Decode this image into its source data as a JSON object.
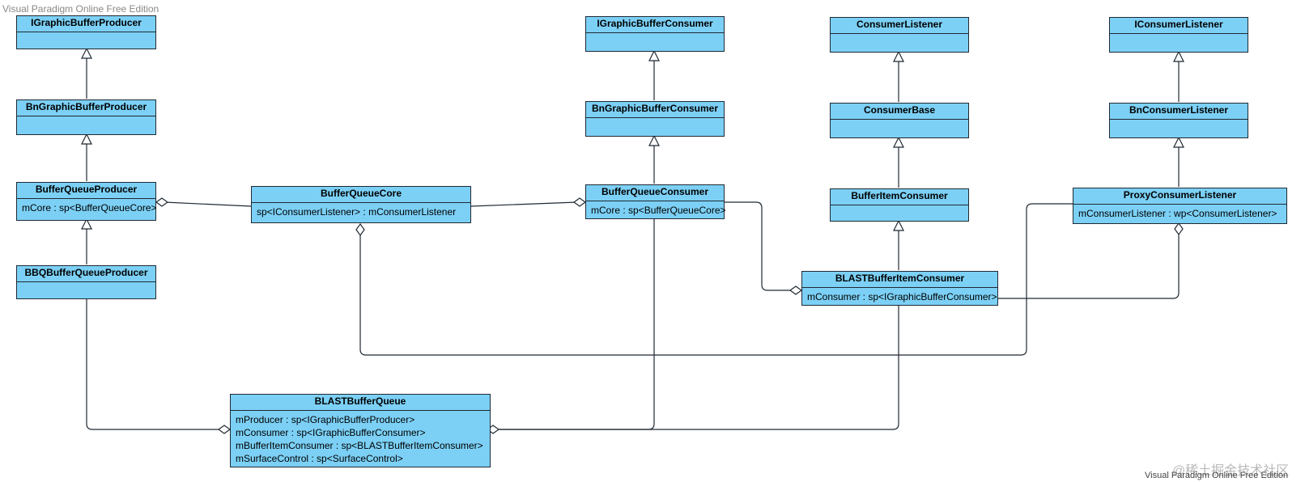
{
  "watermark": {
    "top": "Visual Paradigm Online Free Edition",
    "bottom": "Visual Paradigm Online Free Edition",
    "community": "@稀土掘金技术社区"
  },
  "classes": {
    "igbp": {
      "name": "IGraphicBufferProducer",
      "attrs": []
    },
    "bngbp": {
      "name": "BnGraphicBufferProducer",
      "attrs": []
    },
    "bqp": {
      "name": "BufferQueueProducer",
      "attrs": [
        "mCore : sp<BufferQueueCore>"
      ]
    },
    "bbqp": {
      "name": "BBQBufferQueueProducer",
      "attrs": []
    },
    "bqcore": {
      "name": "BufferQueueCore",
      "attrs": [
        "sp<IConsumerListener> : mConsumerListener"
      ]
    },
    "igbc": {
      "name": "IGraphicBufferConsumer",
      "attrs": []
    },
    "bngbc": {
      "name": "BnGraphicBufferConsumer",
      "attrs": []
    },
    "bqc": {
      "name": "BufferQueueConsumer",
      "attrs": [
        "mCore : sp<BufferQueueCore>"
      ]
    },
    "cl": {
      "name": "ConsumerListener",
      "attrs": []
    },
    "cb": {
      "name": "ConsumerBase",
      "attrs": []
    },
    "bic": {
      "name": "BufferItemConsumer",
      "attrs": []
    },
    "blastbic": {
      "name": "BLASTBufferItemConsumer",
      "attrs": [
        "mConsumer : sp<IGraphicBufferConsumer>"
      ]
    },
    "icl": {
      "name": "IConsumerListener",
      "attrs": []
    },
    "bncl": {
      "name": "BnConsumerListener",
      "attrs": []
    },
    "pcl": {
      "name": "ProxyConsumerListener",
      "attrs": [
        "mConsumerListener : wp<ConsumerListener>"
      ]
    },
    "bbq": {
      "name": "BLASTBufferQueue",
      "attrs": [
        "mProducer : sp<IGraphicBufferProducer>",
        "mConsumer : sp<IGraphicBufferConsumer>",
        "mBufferItemConsumer : sp<BLASTBufferItemConsumer>",
        "mSurfaceControl : sp<SurfaceControl>"
      ]
    }
  },
  "colors": {
    "fill": "#7cd0f5",
    "stroke": "#1f2933"
  }
}
